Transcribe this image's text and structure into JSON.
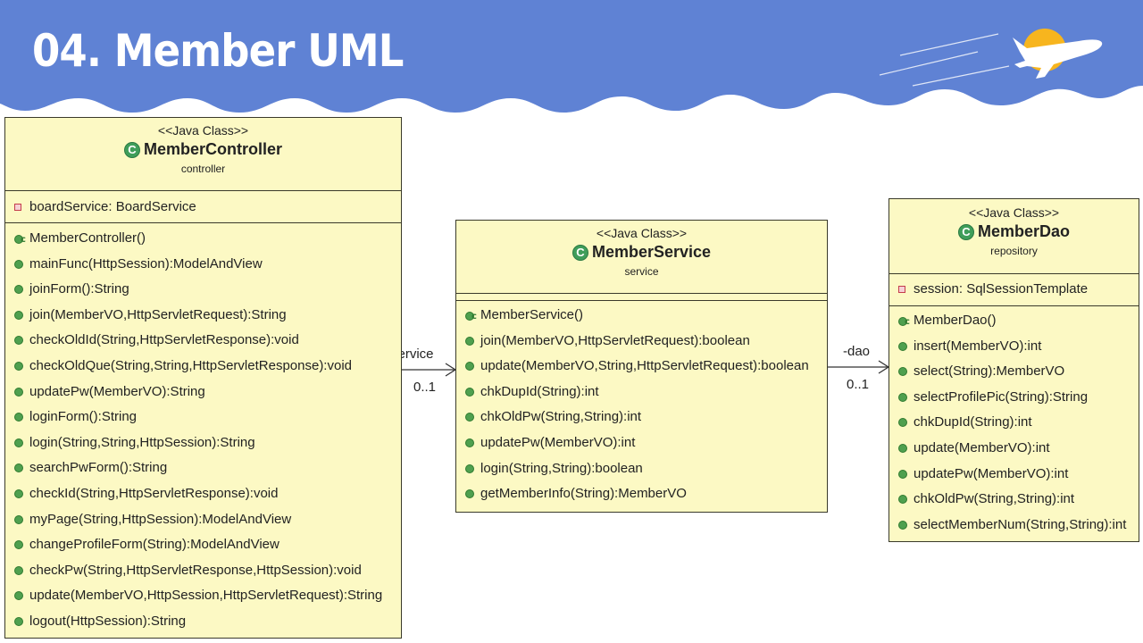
{
  "slide": {
    "title": "04. Member UML"
  },
  "colors": {
    "banner": "#5f82d4",
    "class_fill": "#fcf9c4",
    "sun": "#f7b51e",
    "method_icon": "#4fa04f",
    "field_icon": "#c43c4c"
  },
  "icons": {
    "class": "class-c-icon",
    "method": "public-method-dot-icon",
    "constructor": "constructor-icon",
    "field": "private-field-square-icon",
    "decoration": "airplane-icon"
  },
  "classes": {
    "controller": {
      "stereotype": "<<Java Class>>",
      "name": "MemberController",
      "package": "controller",
      "attributes": [
        "boardService: BoardService"
      ],
      "methods": [
        "MemberController()",
        "mainFunc(HttpSession):ModelAndView",
        "joinForm():String",
        "join(MemberVO,HttpServletRequest):String",
        "checkOldId(String,HttpServletResponse):void",
        "checkOldQue(String,String,HttpServletResponse):void",
        "updatePw(MemberVO):String",
        "loginForm():String",
        "login(String,String,HttpSession):String",
        "searchPwForm():String",
        "checkId(String,HttpServletResponse):void",
        "myPage(String,HttpSession):ModelAndView",
        "changeProfileForm(String):ModelAndView",
        "checkPw(String,HttpServletResponse,HttpSession):void",
        "update(MemberVO,HttpSession,HttpServletRequest):String",
        "logout(HttpSession):String"
      ]
    },
    "service": {
      "stereotype": "<<Java Class>>",
      "name": "MemberService",
      "package": "service",
      "attributes": [],
      "methods": [
        "MemberService()",
        "join(MemberVO,HttpServletRequest):boolean",
        "update(MemberVO,String,HttpServletRequest):boolean",
        "chkDupId(String):int",
        "chkOldPw(String,String):int",
        "updatePw(MemberVO):int",
        "login(String,String):boolean",
        "getMemberInfo(String):MemberVO"
      ]
    },
    "dao": {
      "stereotype": "<<Java Class>>",
      "name": "MemberDao",
      "package": "repository",
      "attributes": [
        "session: SqlSessionTemplate"
      ],
      "methods": [
        "MemberDao()",
        "insert(MemberVO):int",
        "select(String):MemberVO",
        "selectProfilePic(String):String",
        "chkDupId(String):int",
        "update(MemberVO):int",
        "updatePw(MemberVO):int",
        "chkOldPw(String,String):int",
        "selectMemberNum(String,String):int"
      ]
    }
  },
  "associations": [
    {
      "from": "MemberController",
      "to": "MemberService",
      "role": "-service",
      "multiplicity": "0..1"
    },
    {
      "from": "MemberService",
      "to": "MemberDao",
      "role": "-dao",
      "multiplicity": "0..1"
    }
  ]
}
